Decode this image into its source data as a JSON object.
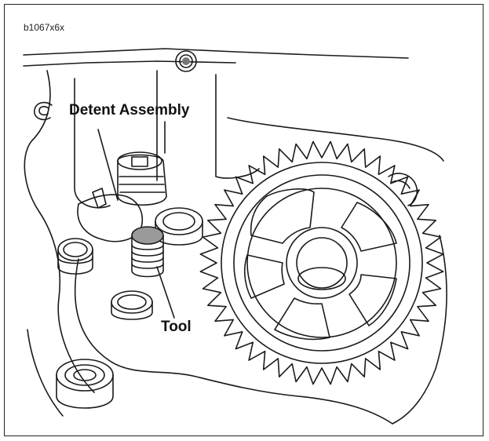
{
  "figure": {
    "id_label": "b1067x6x",
    "callouts": {
      "detent_assembly": "Detent Assembly",
      "tool": "Tool"
    }
  },
  "colors": {
    "line": "#1a1a1a",
    "tool_fill": "#9a9a9a",
    "background": "#ffffff"
  }
}
